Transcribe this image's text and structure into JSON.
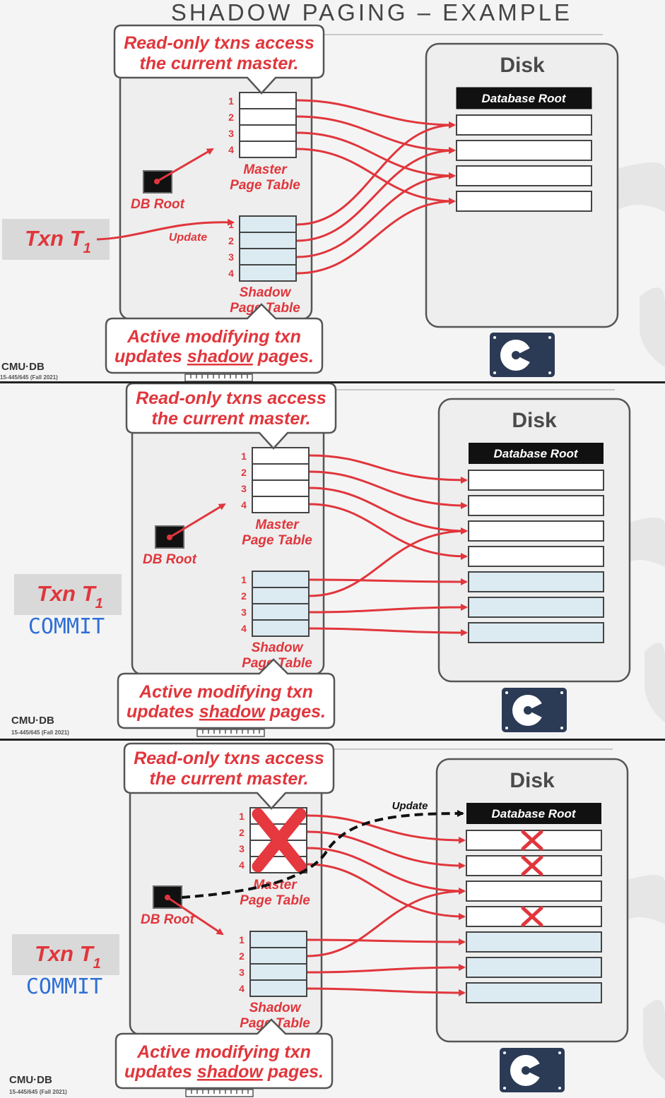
{
  "title": "SHADOW PAGING – EXAMPLE",
  "callout_top": [
    "Read-only txns access",
    "the current master."
  ],
  "callout_bottom": {
    "line1": "Active modifying txn",
    "line2_prefix": "updates ",
    "line2_emph": "shadow",
    "line2_suffix": " pages."
  },
  "master_label": [
    "Master",
    "Page Table"
  ],
  "shadow_label": [
    "Shadow",
    "Page Table"
  ],
  "db_root_label": "DB Root",
  "disk_label": "Disk",
  "database_root_label": "Database Root",
  "page_numbers": [
    "1",
    "2",
    "3",
    "4"
  ],
  "update_label": "Update",
  "txn_label": "Txn T",
  "txn_subscript": "1",
  "commit_label": "COMMIT",
  "footer": {
    "logo": "CMU·DB",
    "course": "15-445/645 (Fall 2021)"
  },
  "colors": {
    "red": "#e0363c",
    "blue": "#2f6fd6",
    "shadow_fill": "#dcebf2",
    "navy": "#2b3a55"
  },
  "panels": [
    {
      "step": "txn_update",
      "shows_title": true,
      "shows_commit": false
    },
    {
      "step": "txn_commit",
      "shows_title": false,
      "shows_commit": true
    },
    {
      "step": "root_update",
      "shows_title": false,
      "shows_commit": true
    }
  ]
}
